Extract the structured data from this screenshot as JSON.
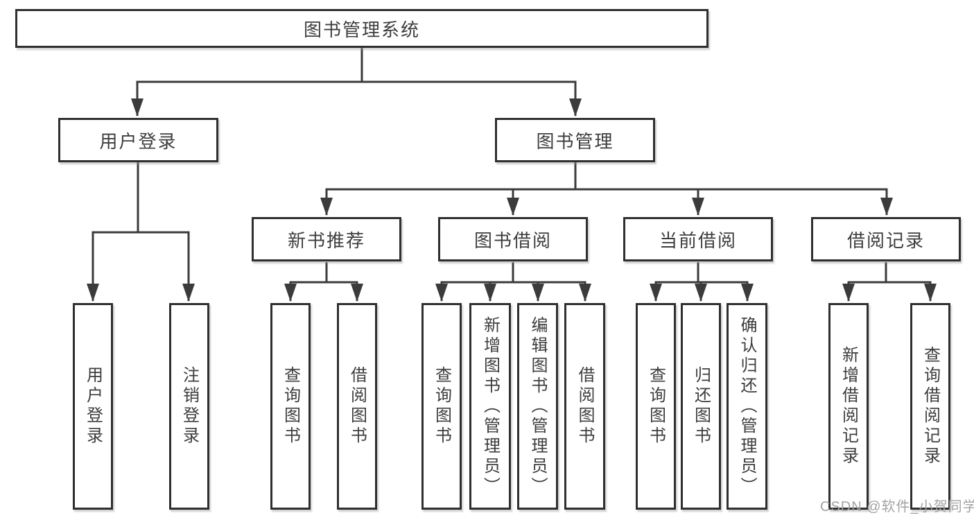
{
  "diagram": {
    "root": {
      "label": "图书管理系统"
    },
    "branches": [
      {
        "label": "用户登录",
        "children": [
          {
            "label": "用户登录"
          },
          {
            "label": "注销登录"
          }
        ]
      },
      {
        "label": "图书管理",
        "children": [
          {
            "label": "新书推荐",
            "children": [
              {
                "label": "查询图书"
              },
              {
                "label": "借阅图书"
              }
            ]
          },
          {
            "label": "图书借阅",
            "children": [
              {
                "label": "查询图书"
              },
              {
                "label": "新增图书（管理员）"
              },
              {
                "label": "编辑图书（管理员）"
              },
              {
                "label": "借阅图书"
              }
            ]
          },
          {
            "label": "当前借阅",
            "children": [
              {
                "label": "查询图书"
              },
              {
                "label": "归还图书"
              },
              {
                "label": "确认归还（管理员）"
              }
            ]
          },
          {
            "label": "借阅记录",
            "children": [
              {
                "label": "新增借阅记录"
              },
              {
                "label": "查询借阅记录"
              }
            ]
          }
        ]
      }
    ],
    "watermark": "CSDN @软件_小贺同学",
    "colors": {
      "line": "#3b3b3b",
      "box_border": "#2f2f2f",
      "text": "#3d3d3d",
      "watermark": "#a3a3a3",
      "background": "#ffffff"
    }
  }
}
